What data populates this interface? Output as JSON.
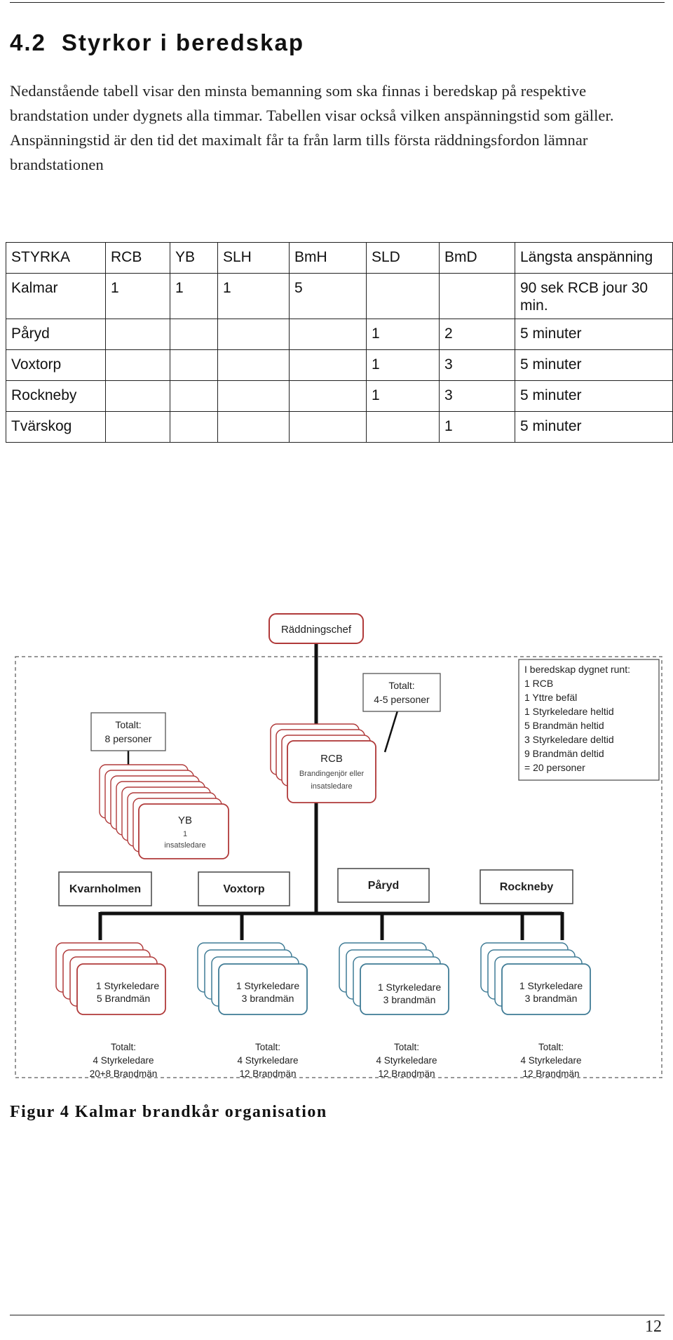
{
  "section": {
    "number": "4.2",
    "title": "Styrkor i beredskap"
  },
  "paragraph": "Nedanstående tabell visar den minsta bemanning som ska finnas i beredskap på respektive brandstation under dygnets alla timmar. Tabellen visar också vilken anspänningstid som gäller. Anspänningstid är den tid det maximalt får ta från larm tills första räddningsfordon lämnar brandstationen",
  "table": {
    "headers": [
      "STYRKA",
      "RCB",
      "YB",
      "SLH",
      "BmH",
      "SLD",
      "BmD",
      "Längsta anspänning"
    ],
    "rows": [
      [
        "Kalmar",
        "1",
        "1",
        "1",
        "5",
        "",
        "",
        "90 sek RCB jour 30 min."
      ],
      [
        "Påryd",
        "",
        "",
        "",
        "",
        "1",
        "2",
        "5 minuter"
      ],
      [
        "Voxtorp",
        "",
        "",
        "",
        "",
        "1",
        "3",
        "5 minuter"
      ],
      [
        "Rockneby",
        "",
        "",
        "",
        "",
        "1",
        "3",
        "5 minuter"
      ],
      [
        "Tvärskog",
        "",
        "",
        "",
        "",
        "",
        "1",
        "5 minuter"
      ]
    ]
  },
  "org": {
    "chief": "Räddningschef",
    "total_ryb": [
      "Totalt:",
      "4-5 personer"
    ],
    "total_yb": [
      "Totalt:",
      "8 personer"
    ],
    "rcb": {
      "title": "RCB",
      "line1": "Brandingenjör eller",
      "line2": "insatsledare"
    },
    "yb": {
      "title": "YB",
      "line1": "1",
      "line2": "insatsledare"
    },
    "info": [
      "I beredskap dygnet runt:",
      "1 RCB",
      "1 Yttre befäl",
      "1 Styrkeledare heltid",
      "5 Brandmän heltid",
      "3 Styrkeledare deltid",
      "9 Brandmän deltid",
      "= 20 personer"
    ],
    "stations": [
      "Kvarnholmen",
      "Voxtorp",
      "Påryd",
      "Rockneby"
    ],
    "crews": [
      [
        "1 Styrkeledare",
        "5 Brandmän"
      ],
      [
        "1 Styrkeledare",
        "3 brandmän"
      ],
      [
        "1 Styrkeledare",
        "3 brandmän"
      ],
      [
        "1 Styrkeledare",
        "3 brandmän"
      ]
    ],
    "totals": [
      [
        "Totalt:",
        "4 Styrkeledare",
        "20+8 Brandmän"
      ],
      [
        "Totalt:",
        "4 Styrkeledare",
        "12 Brandmän"
      ],
      [
        "Totalt:",
        "4 Styrkeledare",
        "12 Brandmän"
      ],
      [
        "Totalt:",
        "4 Styrkeledare",
        "12 Brandmän"
      ]
    ],
    "colors": {
      "red": "#b03a3a",
      "blue": "#3f7b95",
      "line": "#111111",
      "border": "#666666"
    }
  },
  "caption": "Figur 4 Kalmar brandkår organisation",
  "page_number": "12"
}
